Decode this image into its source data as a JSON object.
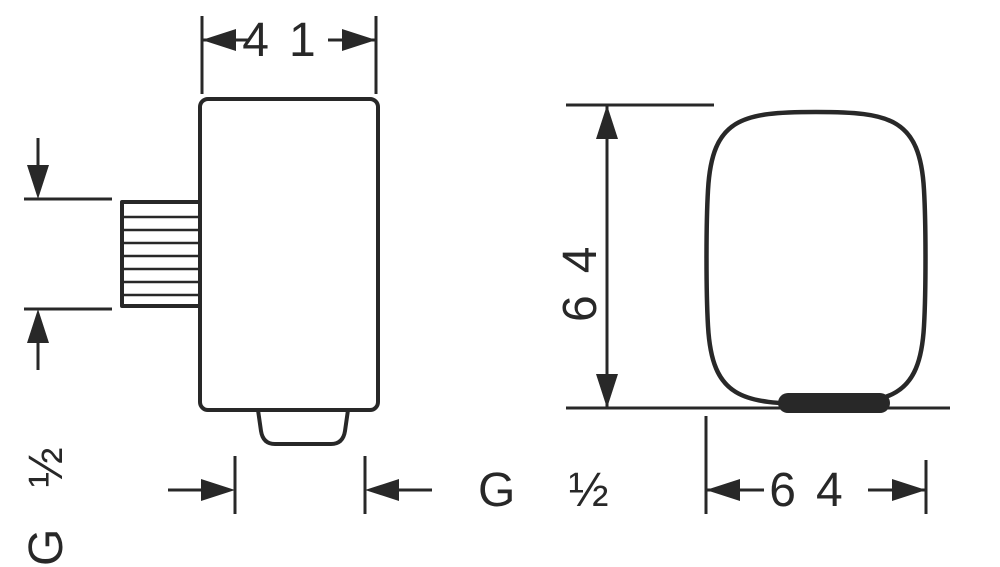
{
  "page": {
    "background": "#ffffff",
    "line_color": "#282828"
  },
  "drawing": {
    "dim_width_top": "41",
    "dim_height_front": "64",
    "dim_width_front": "64",
    "inlet_thread": "G ½",
    "outlet_thread": "G ½"
  }
}
